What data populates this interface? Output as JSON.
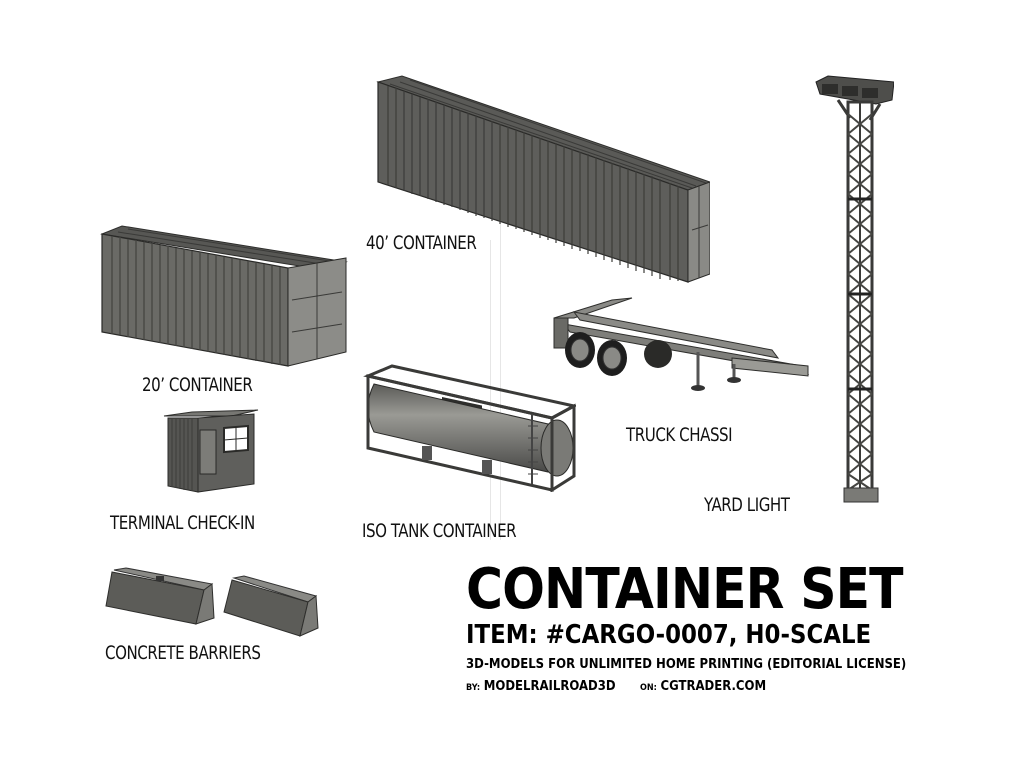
{
  "models": {
    "container_40": {
      "label": "40’ CONTAINER"
    },
    "container_20": {
      "label": "20’ CONTAINER"
    },
    "terminal_checkin": {
      "label": "TERMINAL CHECK-IN"
    },
    "iso_tank": {
      "label": "ISO TANK CONTAINER"
    },
    "truck_chassi": {
      "label": "TRUCK CHASSI"
    },
    "yard_light": {
      "label": "YARD LIGHT"
    },
    "concrete_barriers": {
      "label": "CONCRETE BARRIERS"
    }
  },
  "product": {
    "title": "CONTAINER SET",
    "item": "ITEM: #CARGO-0007, H0-SCALE",
    "license": "3D-MODELS FOR UNLIMITED HOME PRINTING (EDITORIAL LICENSE)",
    "by_prefix": "BY:",
    "by": "MODELRAILROAD3D",
    "on_prefix": "ON:",
    "on": "CGTRADER.COM"
  },
  "colors": {
    "model_dark": "#4a4a48",
    "model_mid": "#6e6e6a",
    "model_light": "#9a9a95",
    "text": "#111111",
    "background": "#ffffff"
  }
}
